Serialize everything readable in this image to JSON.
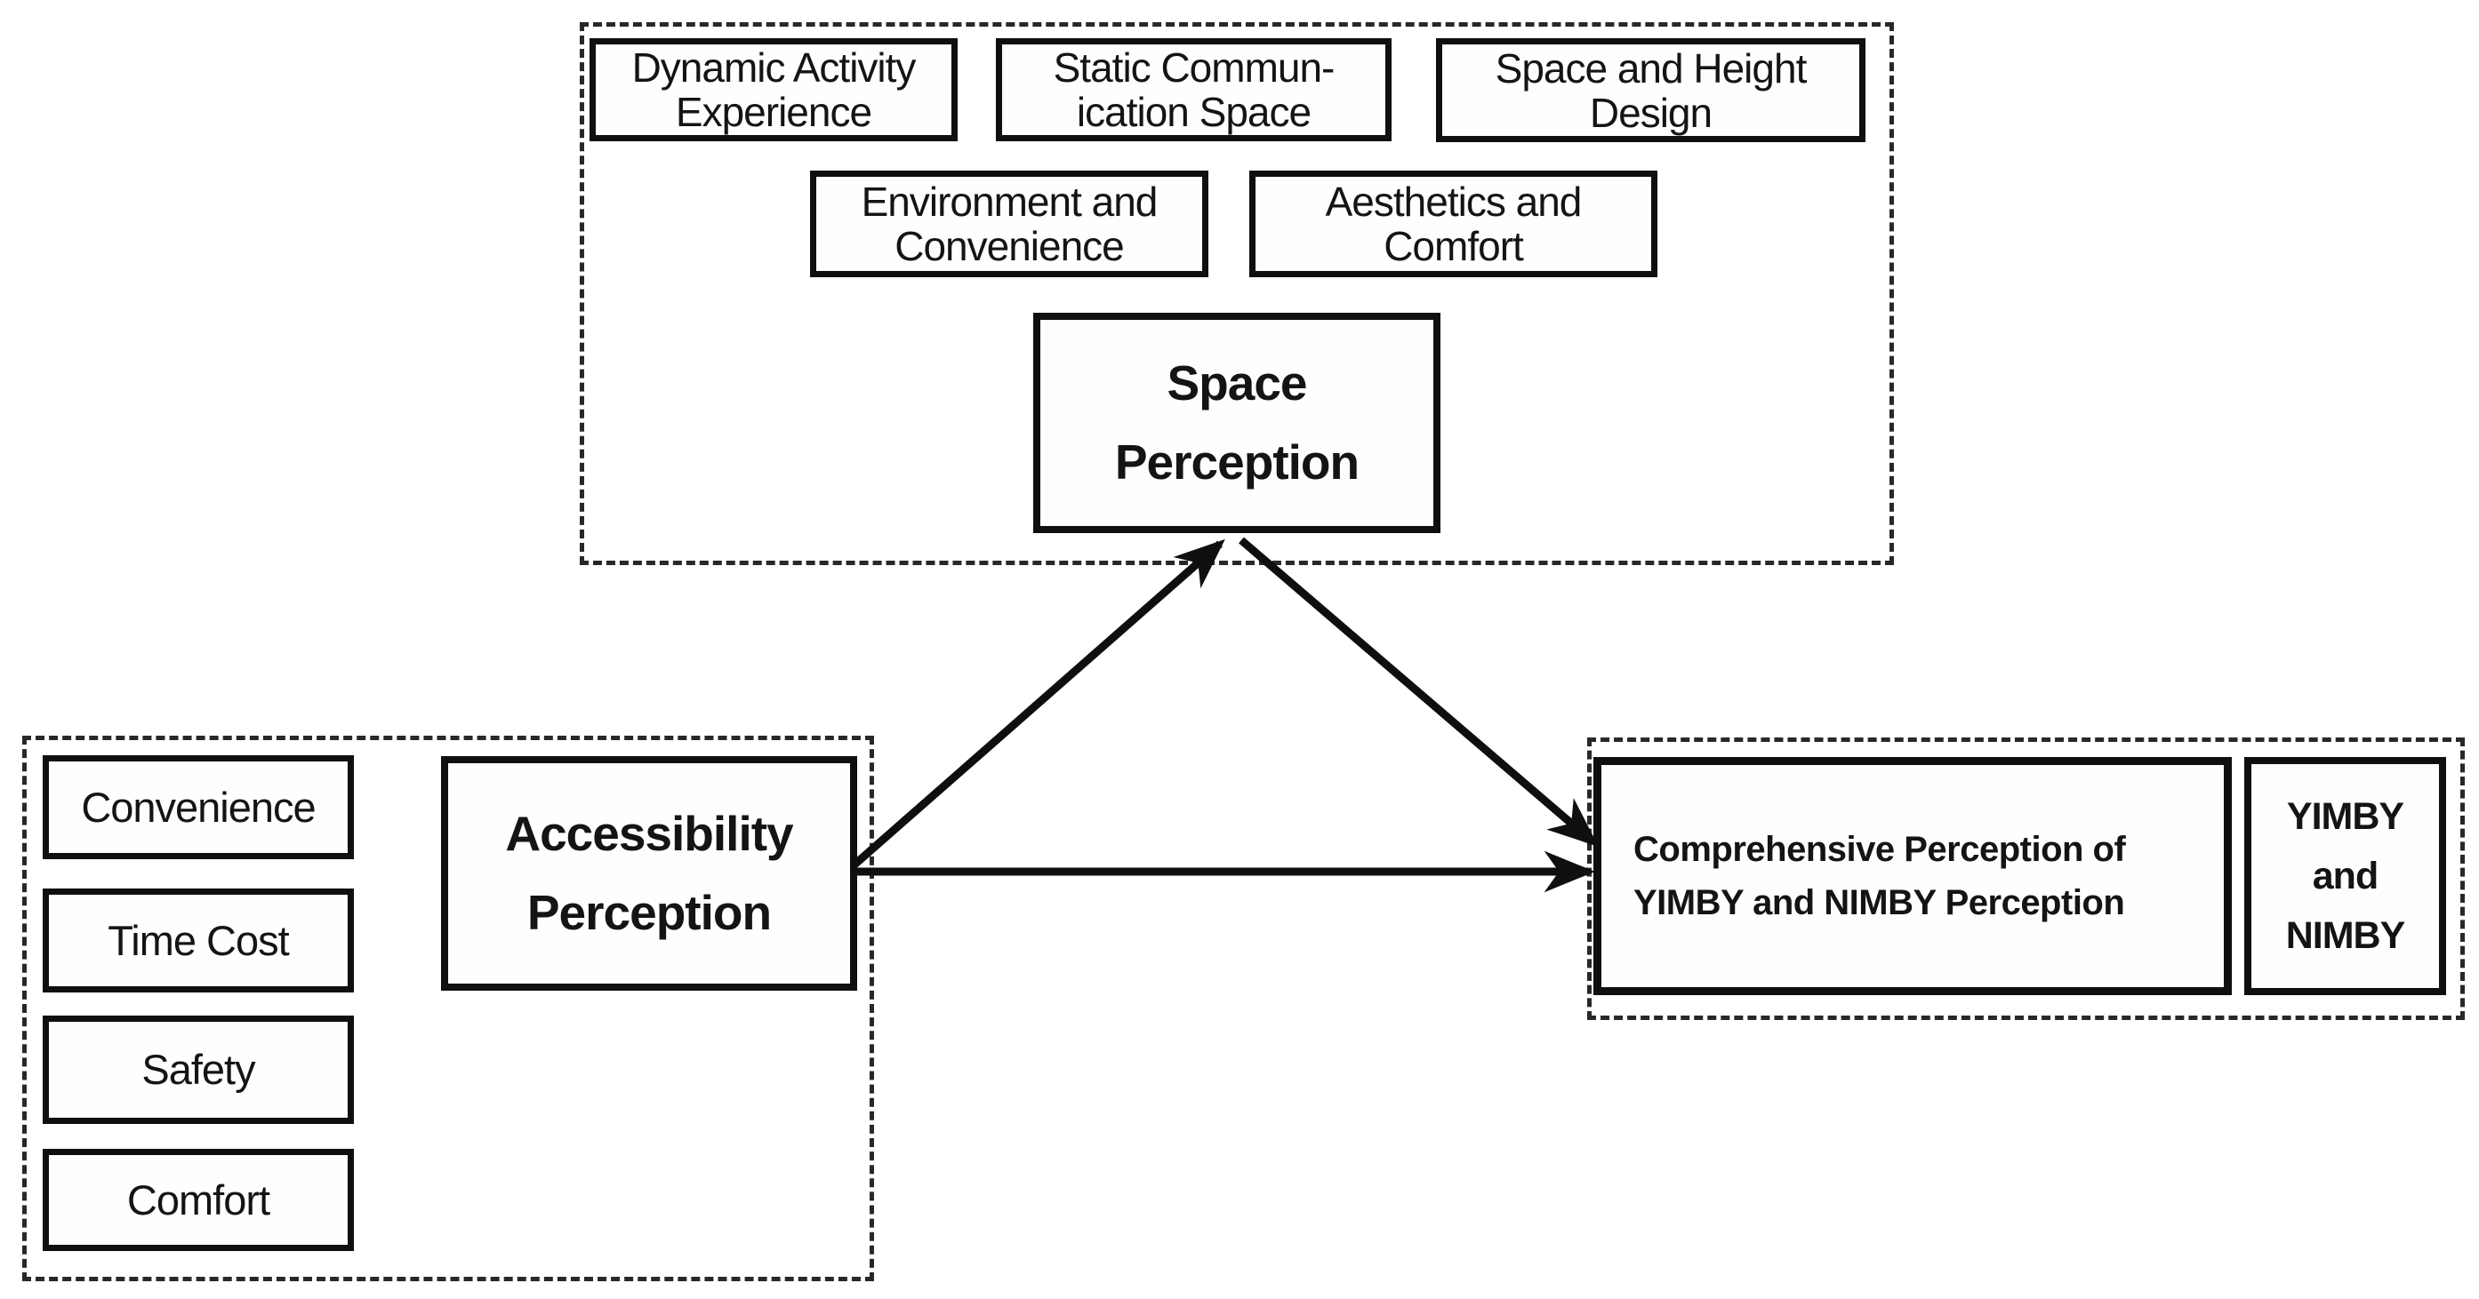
{
  "figure": {
    "background_color": "#ffffff",
    "line_color": "#0f0f0f",
    "dash_border_color": "#282828",
    "text_color": "#141414"
  },
  "space_group": {
    "indicators": [
      {
        "label": "Dynamic Activity\nExperience"
      },
      {
        "label": "Static Commun-\nication Space"
      },
      {
        "label": "Space and Height\nDesign"
      },
      {
        "label": "Environment and\nConvenience"
      },
      {
        "label": "Aesthetics and\nComfort"
      }
    ],
    "construct_label": "Space\nPerception"
  },
  "accessibility_group": {
    "indicators": [
      {
        "label": "Convenience"
      },
      {
        "label": "Time Cost"
      },
      {
        "label": "Safety"
      },
      {
        "label": "Comfort"
      }
    ],
    "construct_label": "Accessibility\nPerception"
  },
  "outcome_group": {
    "construct_label": "Comprehensive Perception of\nYIMBY and NIMBY Perception",
    "outcome_label": "YIMBY\nand\nNIMBY"
  },
  "relations": [
    {
      "from": "Accessibility Perception",
      "to": "Space Perception"
    },
    {
      "from": "Space Perception",
      "to": "Comprehensive Perception of YIMBY and NIMBY Perception"
    },
    {
      "from": "Accessibility Perception",
      "to": "Comprehensive Perception of YIMBY and NIMBY Perception"
    }
  ]
}
